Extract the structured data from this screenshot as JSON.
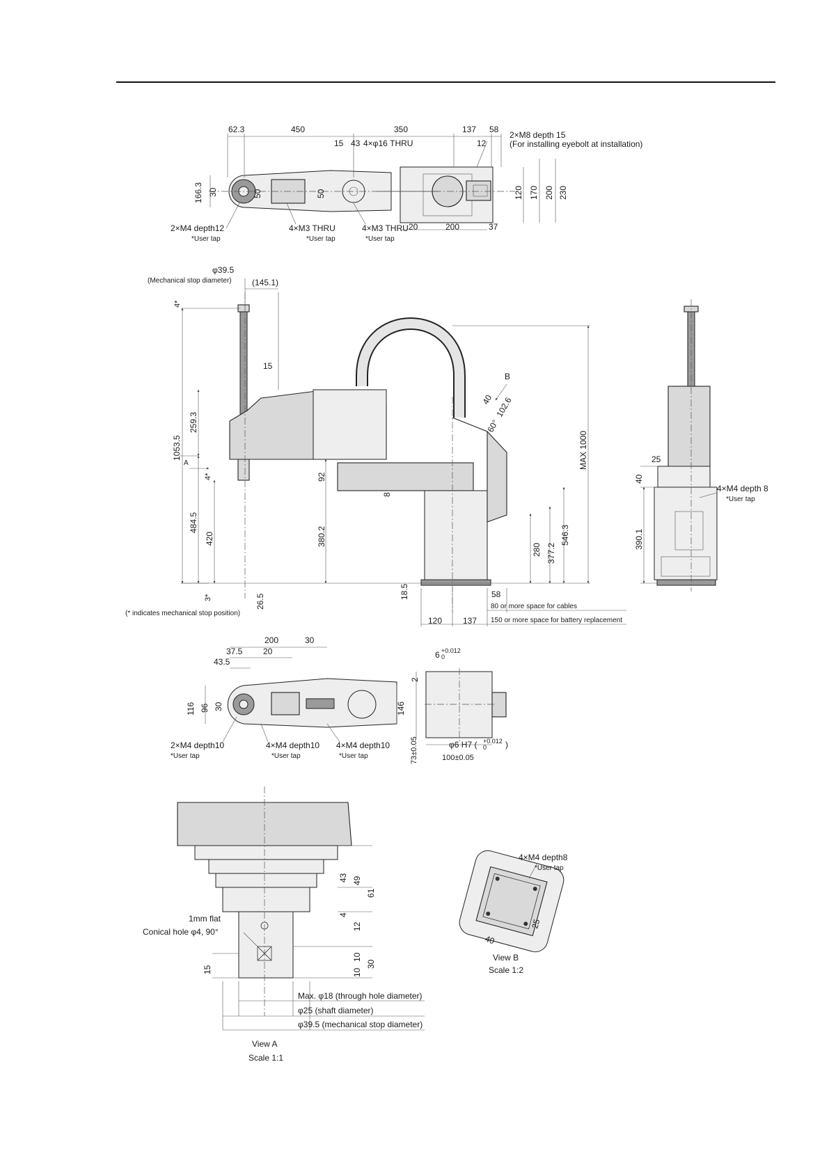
{
  "top_view": {
    "dims": [
      "62.3",
      "450",
      "350",
      "137",
      "58",
      "15",
      "43",
      "12",
      "166.3",
      "30",
      "50",
      "50",
      "120",
      "170",
      "200",
      "230",
      "20",
      "200",
      "37"
    ],
    "thru_label": "4×φ16  THRU",
    "eyebolt_label": "2×M8 depth 15",
    "eyebolt_note": "(For installing eyebolt at installation)",
    "tap1": "2×M4 depth12",
    "tap2": "4×M3 THRU",
    "tap3": "4×M3 THRU",
    "user_tap": "*User tap"
  },
  "side_view": {
    "stop_dia": "φ39.5",
    "stop_dia_note": "(Mechanical stop diameter)",
    "dims": [
      "(145.1)",
      "4*",
      "15",
      "259.3",
      "1053.5",
      "4*",
      "92",
      "8",
      "484.5",
      "420",
      "380.2",
      "3*",
      "26.5",
      "18.5",
      "120",
      "137",
      "58",
      "377.2",
      "280",
      "546.3",
      "MAX 1000",
      "40",
      "102.6",
      "60°"
    ],
    "arrow_a": "A",
    "arrow_b": "B",
    "note_stop": "(* indicates mechanical stop position)",
    "note_cables": "80 or more space for cables",
    "note_battery": "150 or more space for battery replacement"
  },
  "right_view": {
    "dims": [
      "25",
      "40",
      "390.1"
    ],
    "tap": "4×M4 depth 8",
    "user_tap": "*User tap"
  },
  "bottom_view": {
    "dims": [
      "200",
      "30",
      "37.5",
      "20",
      "43.5",
      "116",
      "96",
      "30",
      "146",
      "2",
      "73±0.05",
      "100±0.05"
    ],
    "tol_6": "6",
    "tol_6_sup": "+0.012",
    "tol_6_sub": "0",
    "h7": "φ6 H7 (",
    "h7_sup": "+0.012",
    "h7_sub": "0",
    "h7_end": ")",
    "tap1": "2×M4 depth10",
    "tap2": "4×M4 depth10",
    "tap3": "4×M4 depth10",
    "user_tap": "*User tap"
  },
  "view_a": {
    "flat": "1mm flat",
    "conical": "Conical hole φ4, 90°",
    "dims": [
      "43",
      "49",
      "61",
      "4",
      "12",
      "10",
      "10",
      "30",
      "15"
    ],
    "max_dia": "Max. φ18 (through hole diameter)",
    "shaft_dia": "φ25 (shaft diameter)",
    "stop_dia": "φ39.5 (mechanical stop diameter)",
    "title": "View  A",
    "scale": "Scale 1:1"
  },
  "view_b": {
    "tap": "4×M4 depth8",
    "user_tap": "*User tap",
    "dims": [
      "25",
      "40"
    ],
    "title": "View  B",
    "scale": "Scale 1:2"
  }
}
